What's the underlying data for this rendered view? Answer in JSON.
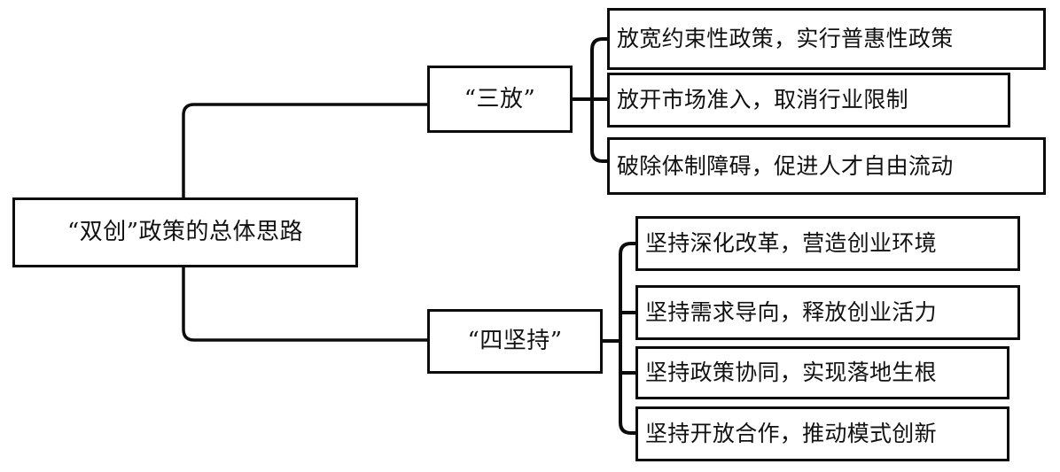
{
  "diagram": {
    "title_text": "“双创”政策的总体思路",
    "type": "mind-map",
    "stroke_color": "#0c0c0c",
    "background_color": "#ffffff",
    "text_color": "#111111",
    "root": {
      "label": "“双创”政策的总体思路"
    },
    "branches": [
      {
        "label": "“三放”",
        "children": [
          {
            "label": "放宽约束性政策，实行普惠性政策"
          },
          {
            "label": "放开市场准入，取消行业限制"
          },
          {
            "label": "破除体制障碍，促进人才自由流动"
          }
        ]
      },
      {
        "label": "“四坚持”",
        "children": [
          {
            "label": "坚持深化改革，营造创业环境"
          },
          {
            "label": "坚持需求导向，释放创业活力"
          },
          {
            "label": "坚持政策协同，实现落地生根"
          },
          {
            "label": "坚持开放合作，推动模式创新"
          }
        ]
      }
    ]
  }
}
